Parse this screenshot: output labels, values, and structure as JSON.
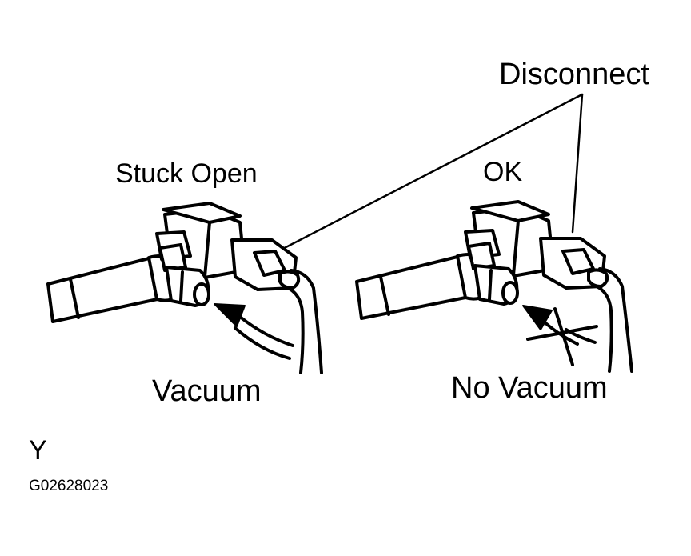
{
  "labels": {
    "disconnect": "Disconnect",
    "stuck_open": "Stuck Open",
    "ok": "OK",
    "vacuum": "Vacuum",
    "no_vacuum": "No Vacuum",
    "y": "Y",
    "figure_code": "G02628023"
  },
  "icons": {
    "left_assembly": "vsv-valve-assembly",
    "right_assembly": "vsv-valve-assembly",
    "vacuum_arrow": "arrow-icon",
    "no_vacuum_arrow": "crossed-arrow-icon"
  }
}
